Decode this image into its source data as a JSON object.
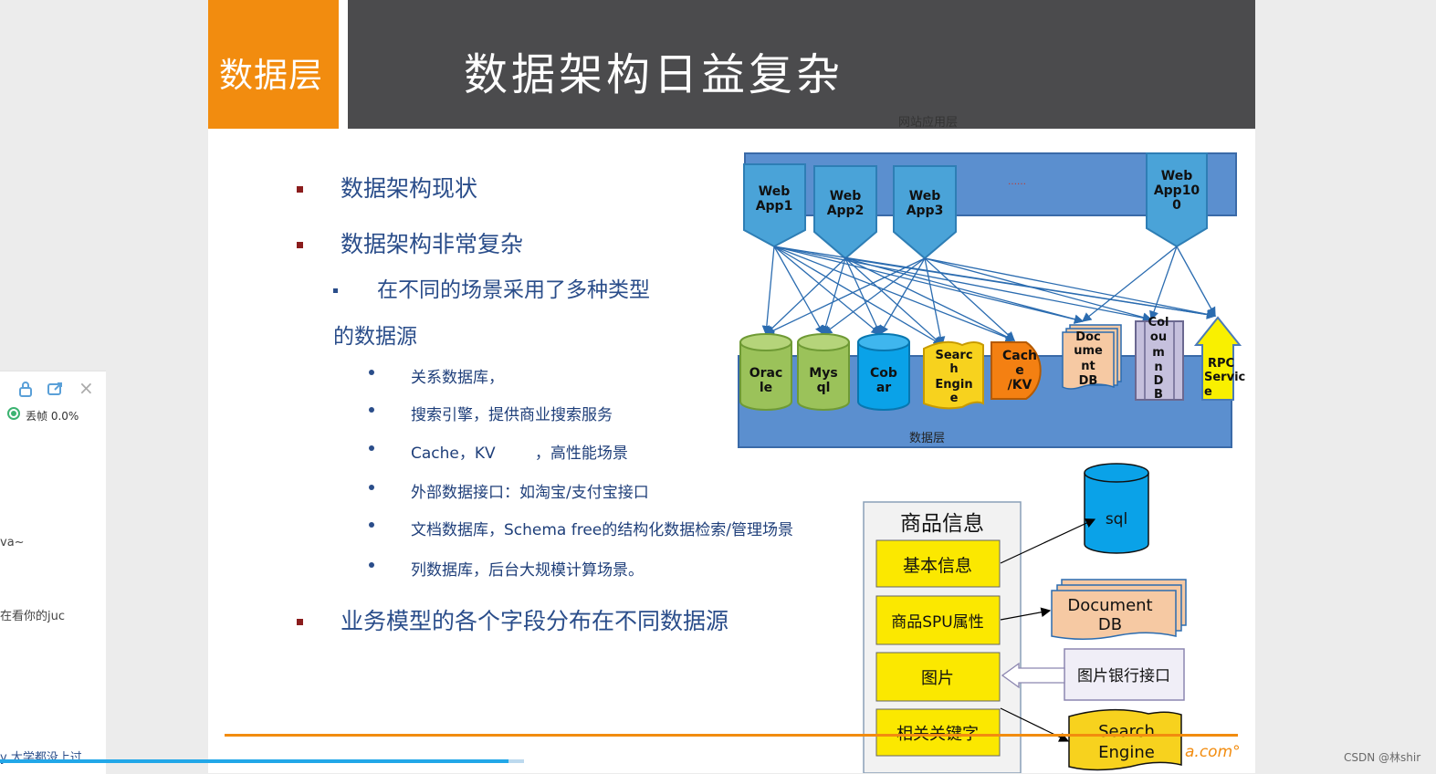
{
  "slide": {
    "tag": "数据层",
    "title": "数据架构日益复杂",
    "bullets_l1": [
      "数据架构现状",
      "数据架构非常复杂",
      "业务模型的各个字段分布在不同数据源"
    ],
    "bullet_l2_line1": "在不同的场景采用了多种类型",
    "bullet_l2_line2": "的数据源",
    "bullets_l3": [
      "关系数据库，",
      "搜索引擎，提供商业搜索服务",
      "Cache，KV        ，高性能场景",
      "外部数据接口：如淘宝/支付宝接口",
      "文档数据库，Schema free的结构化数据检索/管理场景",
      "列数据库，后台大规模计算场景。"
    ],
    "footer_logo": "a.com°"
  },
  "diagram_top": {
    "app_layer_label": "网站应用层",
    "ellipsis": "……",
    "apps": [
      {
        "l1": "Web",
        "l2": "App1",
        "l3": ""
      },
      {
        "l1": "Web",
        "l2": "App2",
        "l3": ""
      },
      {
        "l1": "Web",
        "l2": "App3",
        "l3": ""
      },
      {
        "l1": "Web",
        "l2": "App10",
        "l3": "0"
      }
    ],
    "data_layer_label": "数据层",
    "stores": {
      "oracle": [
        "Orac",
        "le"
      ],
      "mysql": [
        "Mys",
        "ql"
      ],
      "cobar": [
        "Cob",
        "ar"
      ],
      "search": [
        "Searc",
        "h",
        "Engin",
        "e"
      ],
      "cache": [
        "Cach",
        "e",
        "/KV"
      ],
      "doc": [
        "Doc",
        "ume",
        "nt",
        "DB"
      ],
      "column": [
        "Col",
        "ou",
        "m",
        "n",
        "D",
        "B"
      ],
      "rpc": [
        "RPC",
        "Servic",
        "e"
      ]
    },
    "colors": {
      "layer": "#5b8fcf",
      "app": "#4aa3d8",
      "green": "#9bc25a",
      "blue": "#0aa2e8",
      "yellow": "#f7d21e",
      "orange": "#f48012",
      "peach": "#f6c9a3",
      "lavender": "#c5c0dd",
      "arrow_yellow": "#f9f000"
    }
  },
  "diagram_bottom": {
    "title": "商品信息",
    "fields": [
      "基本信息",
      "商品SPU属性",
      "图片",
      "相关关键字"
    ],
    "targets": {
      "sql": "sql",
      "doc_l1": "Document",
      "doc_l2": "DB",
      "pic": "图片银行接口",
      "search_l1": "Search",
      "search_l2": "Engine"
    }
  },
  "overlay": {
    "drop_label": "丢帧 0.0%",
    "chat_1": "va~",
    "chat_2": "在看你的juc",
    "chat_3": "y 大学都没上过",
    "progress": 0.97
  },
  "watermark": "CSDN @林shir"
}
